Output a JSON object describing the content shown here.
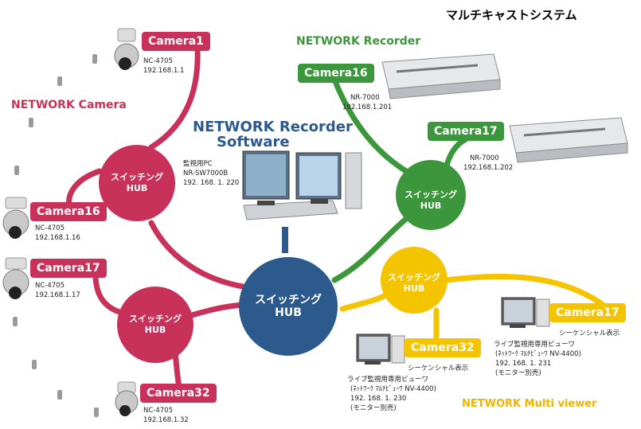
{
  "title": "マルチキャストシステム",
  "colors": {
    "pink": "#c8325a",
    "green": "#3c963c",
    "blue": "#2c5a8c",
    "yellow": "#f5c400"
  },
  "sections": {
    "network_camera": "NETWORK Camera",
    "network_recorder": "NETWORK Recorder",
    "software_line1": "NETWORK Recorder",
    "software_line2": "Software",
    "multi_viewer": "NETWORK Multi viewer"
  },
  "hubs": {
    "label_line1": "スイッチング",
    "label_line2": "HUB"
  },
  "cameras": [
    {
      "label": "Camera1",
      "model": "NC-4705",
      "ip": "192.168.1.1"
    },
    {
      "label": "Camera16",
      "model": "NC-4705",
      "ip": "192.168.1.16"
    },
    {
      "label": "Camera17",
      "model": "NC-4705",
      "ip": "192.168.1.17"
    },
    {
      "label": "Camera32",
      "model": "NC-4705",
      "ip": "192.168.1.32"
    }
  ],
  "recorders": [
    {
      "label": "Camera16",
      "model": "NR-7000",
      "ip": "192.168.1.201"
    },
    {
      "label": "Camera17",
      "model": "NR-7000",
      "ip": "192.168.1.202"
    }
  ],
  "pc": {
    "line1": "監視用PC",
    "line2": "NR-SW7000B",
    "line3": "192. 168. 1. 220"
  },
  "viewers": [
    {
      "label": "Camera32",
      "sequence": "シーケンシャル表示",
      "line1": "ライブ監視用専用ビューワ",
      "line2": "(ﾈｯﾄﾜｰｸ ﾏﾙﾁﾋﾞｭｰﾜ NV-4400)",
      "line3": "192. 168. 1. 230",
      "line4": "(モニター別売)"
    },
    {
      "label": "Camera17",
      "sequence": "シーケンシャル表示",
      "line1": "ライブ監視用専用ビューワ",
      "line2": "(ﾈｯﾄﾜｰｸ ﾏﾙﾁﾋﾞｭｰﾜ NV-4400)",
      "line3": "192. 168. 1. 231",
      "line4": "(モニター別売)"
    }
  ]
}
